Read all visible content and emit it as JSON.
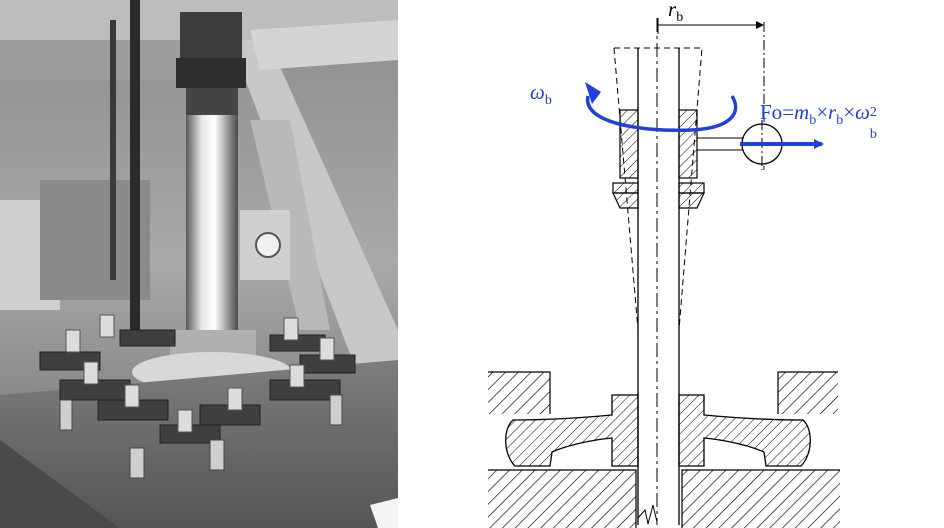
{
  "labels": {
    "radius_symbol": "r",
    "radius_sub": "b",
    "omega_symbol": "ω",
    "omega_sub": "b",
    "force_prefix": "Fo",
    "force_m": "m",
    "force_m_sub": "b",
    "force_r": "r",
    "force_r_sub": "b",
    "force_omega": "ω",
    "force_omega_sub": "b",
    "force_exponent": "2",
    "times": "×",
    "equals": "="
  },
  "colors": {
    "annotation_blue": "#1f3fe0",
    "line_black": "#000000"
  }
}
